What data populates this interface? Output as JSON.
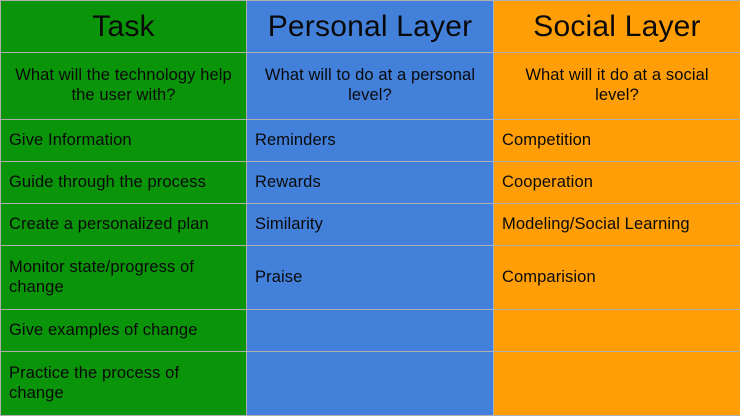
{
  "colors": {
    "task_column": "#0a9409",
    "personal_column": "#4280da",
    "social_column": "#ff9e07",
    "text": "#0a0a0a",
    "grid_line": "#b0b0b0"
  },
  "table": {
    "headers": [
      {
        "label": "Task",
        "column": "task"
      },
      {
        "label": "Personal Layer",
        "column": "personal"
      },
      {
        "label": "Social Layer",
        "column": "social"
      }
    ],
    "questions": [
      "What will the technology help the user with?",
      "What will to do at a personal level?",
      "What will it do at a social level?"
    ],
    "rows": [
      {
        "task": "Give Information",
        "personal": "Reminders",
        "social": "Competition"
      },
      {
        "task": "Guide through the process",
        "personal": "Rewards",
        "social": "Cooperation"
      },
      {
        "task": "Create a personalized plan",
        "personal": "Similarity",
        "social": "Modeling/Social Learning"
      },
      {
        "task": "Monitor state/progress of change",
        "personal": "Praise",
        "social": "Comparision"
      },
      {
        "task": "Give examples of change",
        "personal": "",
        "social": ""
      },
      {
        "task": "Practice the process of change",
        "personal": "",
        "social": ""
      }
    ]
  }
}
